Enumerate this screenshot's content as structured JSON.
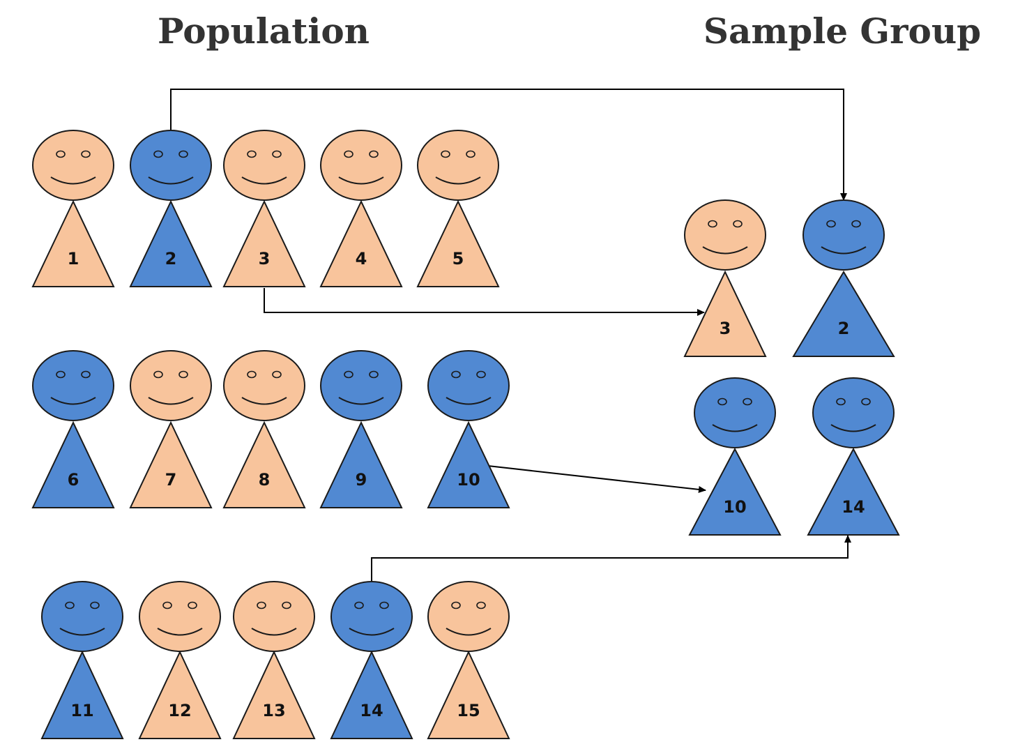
{
  "titles": {
    "population": "Population",
    "sample": "Sample Group"
  },
  "colors": {
    "orange": "#F8C49C",
    "blue": "#5189D2",
    "outline": "#1a1a1a"
  },
  "population": [
    {
      "number": "1",
      "color": "orange"
    },
    {
      "number": "2",
      "color": "blue"
    },
    {
      "number": "3",
      "color": "orange"
    },
    {
      "number": "4",
      "color": "orange"
    },
    {
      "number": "5",
      "color": "orange"
    },
    {
      "number": "6",
      "color": "blue"
    },
    {
      "number": "7",
      "color": "orange"
    },
    {
      "number": "8",
      "color": "orange"
    },
    {
      "number": "9",
      "color": "blue"
    },
    {
      "number": "10",
      "color": "blue"
    },
    {
      "number": "11",
      "color": "blue"
    },
    {
      "number": "12",
      "color": "orange"
    },
    {
      "number": "13",
      "color": "orange"
    },
    {
      "number": "14",
      "color": "blue"
    },
    {
      "number": "15",
      "color": "orange"
    }
  ],
  "sample": [
    {
      "number": "3",
      "color": "orange"
    },
    {
      "number": "2",
      "color": "blue"
    },
    {
      "number": "10",
      "color": "blue"
    },
    {
      "number": "14",
      "color": "blue"
    }
  ],
  "selections": [
    {
      "from": "2",
      "to": "2"
    },
    {
      "from": "3",
      "to": "3"
    },
    {
      "from": "10",
      "to": "10"
    },
    {
      "from": "14",
      "to": "14"
    }
  ]
}
